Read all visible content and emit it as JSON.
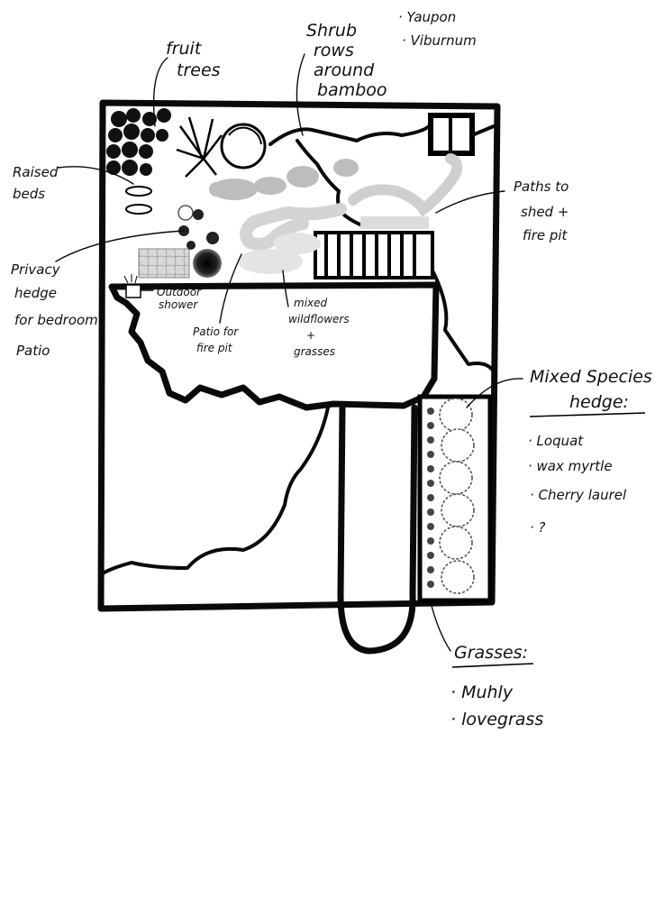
{
  "labels": {
    "fruit_trees": [
      "fruit",
      "trees"
    ],
    "shrub_rows": [
      "Shrub",
      "rows",
      "around",
      "bamboo"
    ],
    "shrub_species": [
      "· Yaupon",
      "· Viburnum"
    ],
    "raised_beds": [
      "Raised",
      "beds"
    ],
    "paths": [
      "Paths to",
      "shed +",
      "fire pit"
    ],
    "privacy_hedge": [
      "Privacy",
      "hedge",
      "for bedroom",
      "Patio"
    ],
    "outdoor_shower": [
      "Outdoor",
      "shower"
    ],
    "patio_fire_pit": [
      "Patio for",
      "fire pit"
    ],
    "wildflowers": [
      "mixed",
      "wildflowers",
      "+",
      "grasses"
    ],
    "mixed_hedge_title": [
      "Mixed Species",
      "hedge:"
    ],
    "mixed_hedge_items": [
      "· Loquat",
      "· wax myrtle",
      "· Cherry laurel",
      "· ?"
    ],
    "grasses_title": "Grasses:",
    "grasses_items": [
      "· Muhly",
      "· lovegrass"
    ]
  }
}
